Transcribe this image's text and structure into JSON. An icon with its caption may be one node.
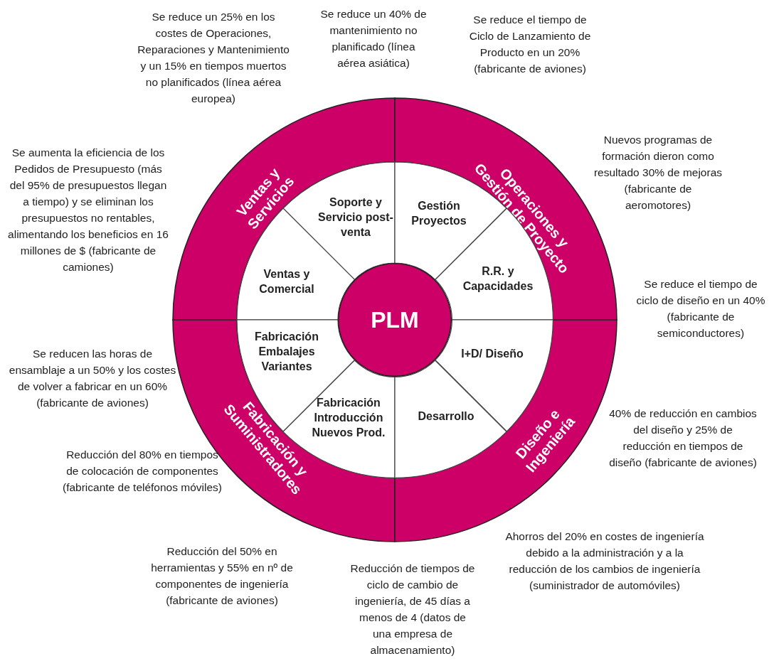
{
  "diagram": {
    "nodes": [
      {
        "text": [
          "Ventas y Servicios"
        ]
      },
      {
        "text": [
          "Operaciones y Gestión de Proyecto"
        ]
      },
      {
        "text": [
          "Soporte y Servicio post-venta"
        ]
      },
      {
        "text": [
          "Gestión Proyectos"
        ]
      },
      {
        "text": [
          "Ventas y Comercial"
        ]
      },
      {
        "text": [
          "R.R. y Capacidades"
        ]
      },
      {
        "text": [
          "PLM"
        ]
      },
      {
        "text": [
          "Fabricación Embalajes Variantes"
        ]
      },
      {
        "text": [
          "I+D/ Diseño"
        ]
      },
      {
        "text": [
          "Fabricación Introducción Nuevos Prod."
        ]
      },
      {
        "text": [
          "Desarrollo"
        ]
      },
      {
        "text": [
          "Fabricación y Suministradores"
        ]
      },
      {
        "text": [
          "Diseño e Ingeniería"
        ]
      }
    ],
    "edges": [],
    "labels": [
      "Se reduce un 25% en los costes de Operaciones, Reparaciones y Mantenimiento y un 15% en tiempos muertos no planificados (línea aérea europea)",
      "Se reduce un 40% de mantenimiento no planificado (línea aérea asiática)",
      "Se reduce el tiempo de Ciclo de Lanzamiento de Producto en un 20% (fabricante de aviones)",
      "Nuevos programas de formación dieron como resultado 30% de mejoras (fabricante de aeromotores)",
      "Se aumenta la eficiencia de los Pedidos de Presupuesto (más del 95% de presupuestos llegan a tiempo) y se eliminan los presupuestos no rentables, alimentando los beneficios en 16 millones de $ (fabricante de camiones)",
      "Se reduce el tiempo de ciclo de diseño en un 40% (fabricante de semiconductores)",
      "Se reducen las horas de ensamblaje a un 50% y los costes de volver a fabricar en un 60% (fabricante de aviones)",
      "40% de reducción en cambios del diseño y 25% de reducción en tiempos de diseño (fabricante de aviones)",
      "Reducción del 80% en tiempos de colocación de componentes (fabricante de teléfonos móviles)",
      "Ahorros del 20% en costes de ingeniería debido a la administración y a la reducción de los cambios de ingeniería (suministrador de automóviles)",
      "Reducción del 50% en herramientas y 55% en nº de componentes de ingeniería (fabricante de aviones)",
      "Reducción de tiempos de ciclo de cambio de ingeniería, de 45 días a menos de 4 (datos de una empresa de almacenamiento)"
    ]
  }
}
